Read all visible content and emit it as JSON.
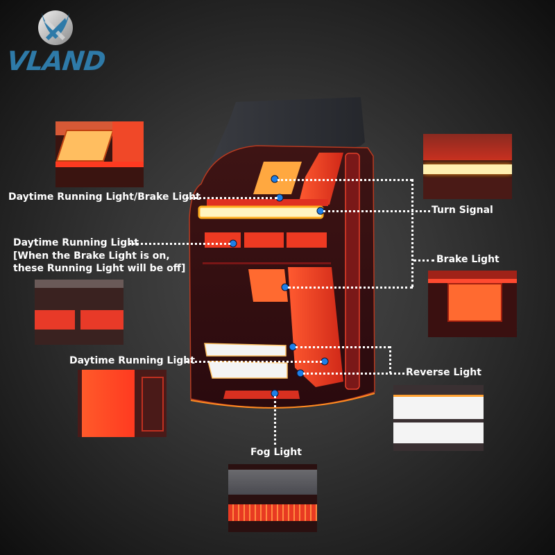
{
  "brand": {
    "name": "VLAND",
    "logo_icon": "vland-emblem-icon",
    "color": "#2e7aa8"
  },
  "product": "LED tail light (right side), smoked red lens",
  "callouts": [
    {
      "id": "drl-brake",
      "label": "Daytime Running Light/Brake Light"
    },
    {
      "id": "turn-signal",
      "label": "Turn Signal"
    },
    {
      "id": "drl-mid",
      "label": "Daytime Running Light",
      "note": "[When the Brake Light is on, these Running Light will be off]"
    },
    {
      "id": "brake",
      "label": "Brake Light"
    },
    {
      "id": "drl-low",
      "label": "Daytime Running Light"
    },
    {
      "id": "reverse",
      "label": "Reverse Light"
    },
    {
      "id": "fog",
      "label": "Fog Light"
    }
  ],
  "colors": {
    "pin": "#1e7fe8",
    "connector": "#ffffff",
    "lens_red": "#e8402a",
    "amber": "#ffb020",
    "white_light": "#f4f4f4"
  }
}
